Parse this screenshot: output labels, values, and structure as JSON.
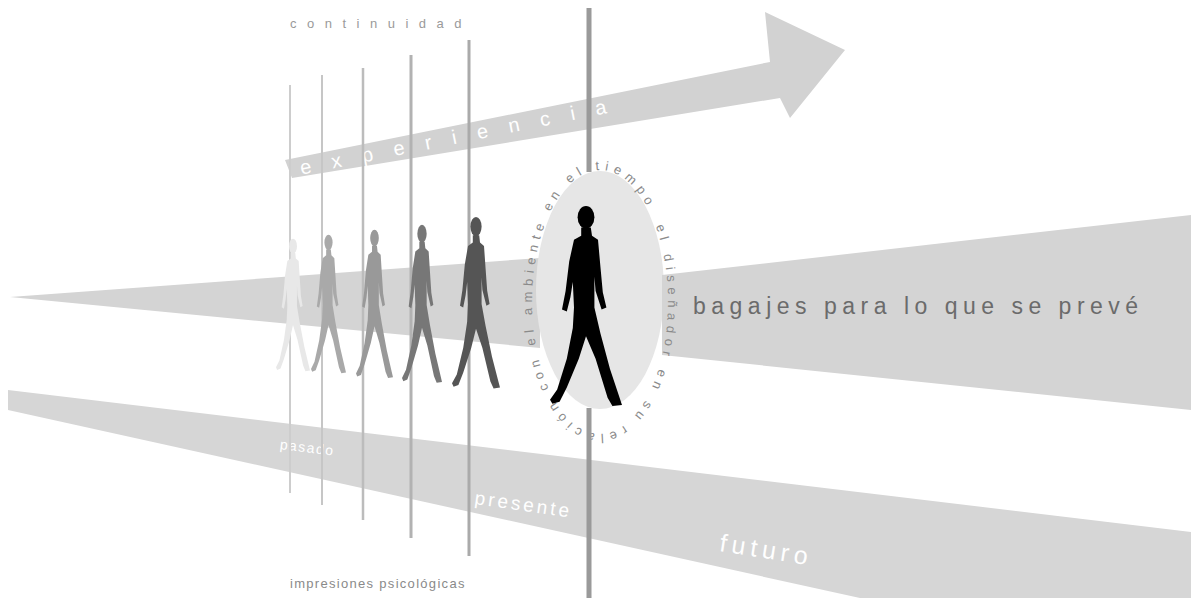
{
  "diagram": {
    "nodes": [
      {
        "text": [
          "experiencia"
        ]
      },
      {
        "text": [
          "el diseñador en su relación con el ambiente en el tiempo"
        ]
      },
      {
        "text": [
          "bagajes para lo que se prevé"
        ]
      },
      {
        "text": [
          "pasado",
          "presente",
          "futuro"
        ]
      }
    ],
    "labels": [
      "continuidad",
      "impresiones psicológicas"
    ]
  }
}
